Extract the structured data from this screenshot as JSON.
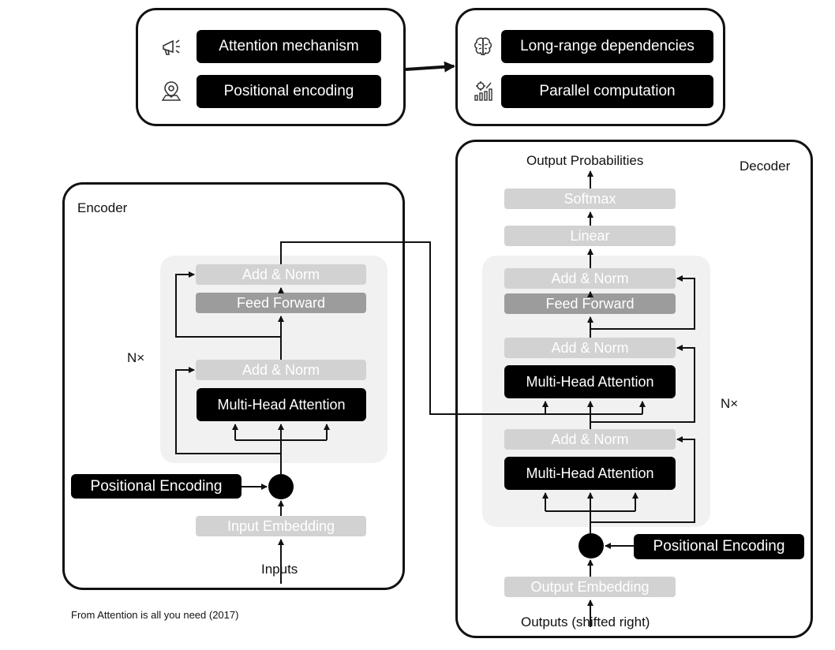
{
  "summary": {
    "left": {
      "item1": "Attention mechanism",
      "item1_icon": "megaphone-icon",
      "item2": "Positional encoding",
      "item2_icon": "map-pin-icon"
    },
    "right": {
      "item1": "Long-range dependencies",
      "item1_icon": "brain-icon",
      "item2": "Parallel computation",
      "item2_icon": "chart-gear-icon"
    }
  },
  "encoder": {
    "title": "Encoder",
    "repeat": "N×",
    "add_norm_top": "Add & Norm",
    "feed_forward": "Feed Forward",
    "add_norm_bottom": "Add & Norm",
    "mha": "Multi-Head Attention",
    "positional_encoding": "Positional Encoding",
    "input_embedding": "Input Embedding",
    "inputs": "Inputs"
  },
  "decoder": {
    "title": "Decoder",
    "repeat": "N×",
    "output_probabilities": "Output Probabilities",
    "softmax": "Softmax",
    "linear": "Linear",
    "add_norm_top": "Add & Norm",
    "feed_forward": "Feed Forward",
    "add_norm_mid": "Add & Norm",
    "mha_cross": "Multi-Head Attention",
    "add_norm_bottom": "Add & Norm",
    "mha_self": "Multi-Head Attention",
    "positional_encoding": "Positional Encoding",
    "output_embedding": "Output Embedding",
    "outputs": "Outputs (shifted right)"
  },
  "caption": "From Attention is all you need (2017)",
  "colors": {
    "light_block": "#d2d2d2",
    "mid_block": "#9c9c9c",
    "dark_block": "#000000",
    "stack_background": "#f1f1f1"
  }
}
